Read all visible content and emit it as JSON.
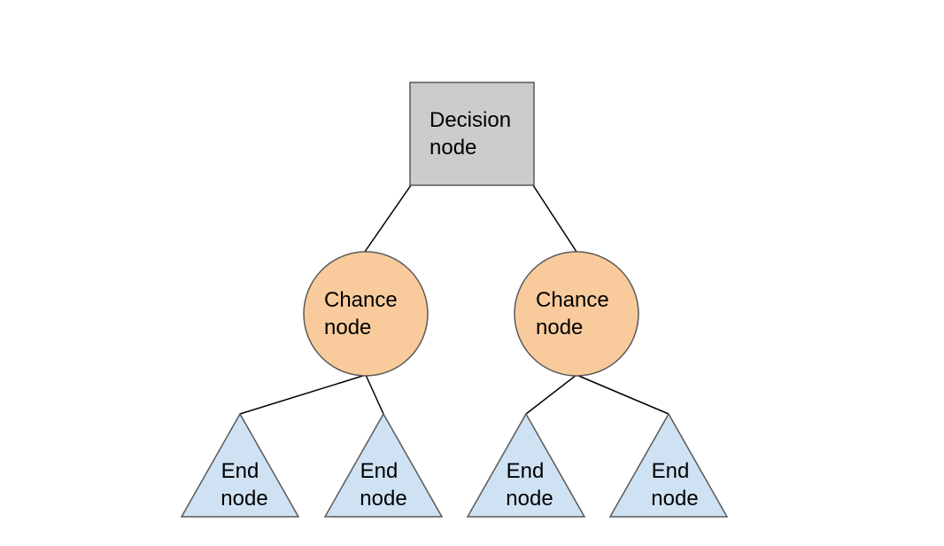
{
  "diagram": {
    "decision": {
      "line1": "Decision",
      "line2": "node",
      "fill": "#cccccc",
      "stroke": "#595959"
    },
    "chance_left": {
      "line1": "Chance",
      "line2": "node",
      "fill": "#f9cb9c",
      "stroke": "#595959"
    },
    "chance_right": {
      "line1": "Chance",
      "line2": "node",
      "fill": "#f9cb9c",
      "stroke": "#595959"
    },
    "end_nodes": [
      {
        "line1": "End",
        "line2": "node"
      },
      {
        "line1": "End",
        "line2": "node"
      },
      {
        "line1": "End",
        "line2": "node"
      },
      {
        "line1": "End",
        "line2": "node"
      }
    ],
    "end_fill": "#cfe2f3",
    "end_stroke": "#595959",
    "edge_color": "#000000"
  }
}
